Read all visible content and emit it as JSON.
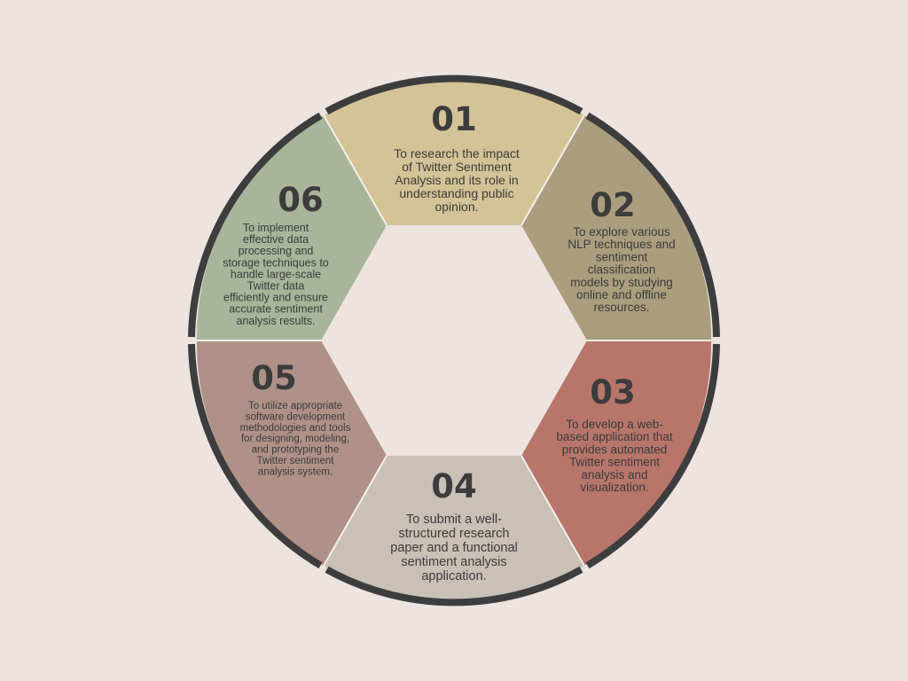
{
  "background_color": "#ede4df",
  "ring_border_color": "#3d3d3d",
  "segments": [
    {
      "number": "01",
      "color": "#d3c396",
      "lines": [
        "To research the impact",
        "of Twitter Sentiment",
        "Analysis and its role in",
        "understanding public",
        "opinion."
      ]
    },
    {
      "number": "02",
      "color": "#ab9e7e",
      "lines": [
        "To explore various",
        "NLP techniques and",
        "sentiment",
        "classification",
        "models by studying",
        "online and offline",
        "resources."
      ]
    },
    {
      "number": "03",
      "color": "#b8766b",
      "lines": [
        "To develop a web-",
        "based application that",
        "provides automated",
        "Twitter sentiment",
        "analysis and",
        "visualization."
      ]
    },
    {
      "number": "04",
      "color": "#c9c0b6",
      "lines": [
        "To submit a well-",
        "structured research",
        "paper and a functional",
        "sentiment analysis",
        "application."
      ]
    },
    {
      "number": "05",
      "color": "#af9187",
      "lines": [
        "To utilize appropriate",
        "software development",
        "methodologies and tools",
        "for designing, modeling,",
        "and prototyping the",
        "Twitter sentiment",
        "analysis system."
      ]
    },
    {
      "number": "06",
      "color": "#a8b59a",
      "lines": [
        "To implement",
        "effective data",
        "processing and",
        "storage techniques to",
        "handle large-scale",
        "Twitter data",
        "efficiently and ensure",
        "accurate sentiment",
        "analysis results."
      ]
    }
  ]
}
